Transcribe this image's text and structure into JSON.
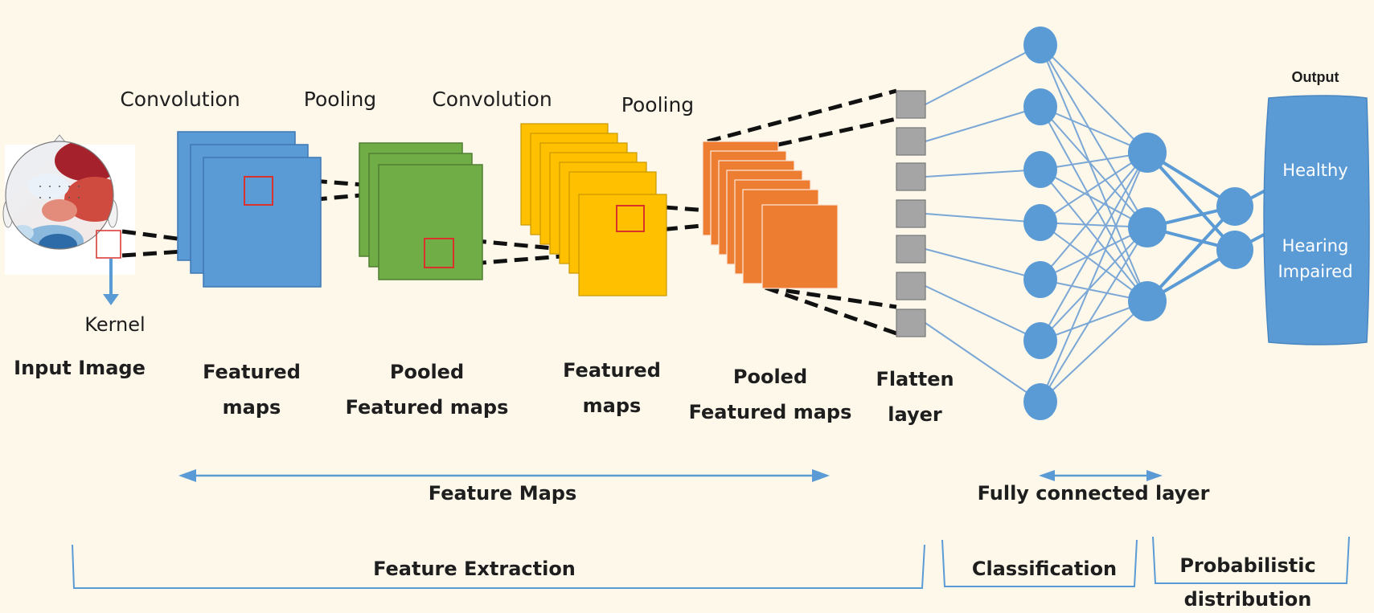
{
  "layers": {
    "conv1": "Convolution",
    "pool1": "Pooling",
    "conv2": "Convolution",
    "pool2": "Pooling"
  },
  "stages": {
    "kernel": "Kernel",
    "input_image": "Input Image",
    "featured_maps_1": [
      "Featured",
      "maps"
    ],
    "pooled_featured_maps_1": [
      "Pooled",
      "Featured maps"
    ],
    "featured_maps_2": [
      "Featured",
      "maps"
    ],
    "pooled_featured_maps_2": [
      "Pooled",
      "Featured maps"
    ],
    "flatten_layer": [
      "Flatten",
      "layer"
    ]
  },
  "output": {
    "title": "Output",
    "classes": [
      "Healthy",
      "Hearing Impaired"
    ],
    "class_lines": [
      [
        "Healthy"
      ],
      [
        "Hearing",
        "Impaired"
      ]
    ]
  },
  "spans": {
    "feature_maps": "Feature Maps",
    "fully_connected": "Fully connected layer"
  },
  "sections": {
    "feature_extraction": "Feature Extraction",
    "classification": "Classification",
    "probabilistic": [
      "Probabilistic",
      "distribution"
    ]
  },
  "colors": {
    "background": "#fdf8ea",
    "conv1_maps": "#5b9bd5",
    "pooled1_maps": "#70ad47",
    "conv2_maps": "#ffc000",
    "pooled2_maps": "#ed7d31",
    "flatten_units": "#a5a5a5",
    "neurons": "#5b9bd5",
    "connections": "#7ba7d6",
    "output_box": "#5b9bd5",
    "kernel_window": "#d9312b"
  }
}
